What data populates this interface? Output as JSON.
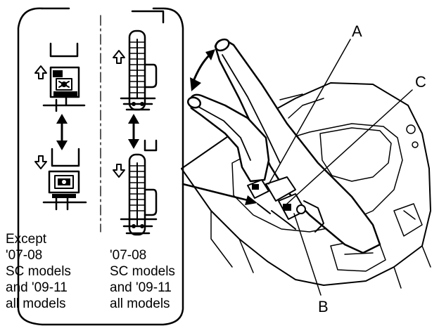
{
  "callouts": {
    "a": "A",
    "b": "B",
    "c": "C"
  },
  "captions": {
    "left": [
      "Except",
      "'07-08",
      "SC models",
      "and '09-11",
      "all models"
    ],
    "right": [
      "'07-08",
      "SC models",
      "and '09-11",
      "all models"
    ]
  }
}
